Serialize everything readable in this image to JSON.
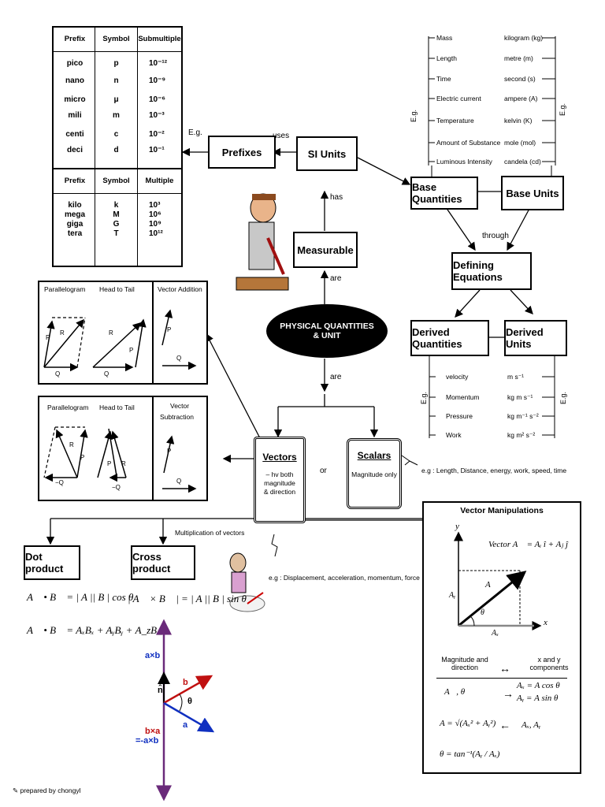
{
  "prefix_table": {
    "sub_headers": [
      "Prefix",
      "Symbol",
      "Submultiple"
    ],
    "sub_rows": [
      {
        "prefix": "pico",
        "symbol": "p",
        "value": "10⁻¹²"
      },
      {
        "prefix": "nano",
        "symbol": "n",
        "value": "10⁻⁹"
      },
      {
        "prefix": "micro",
        "symbol": "μ",
        "value": "10⁻⁶"
      },
      {
        "prefix": "mili",
        "symbol": "m",
        "value": "10⁻³"
      },
      {
        "prefix": "centi",
        "symbol": "c",
        "value": "10⁻²"
      },
      {
        "prefix": "deci",
        "symbol": "d",
        "value": "10⁻¹"
      }
    ],
    "mult_headers": [
      "Prefix",
      "Symbol",
      "Multiple"
    ],
    "mult_rows": [
      {
        "prefix": "kilo",
        "symbol": "k",
        "value": "10³"
      },
      {
        "prefix": "mega",
        "symbol": "M",
        "value": "10⁶"
      },
      {
        "prefix": "giga",
        "symbol": "G",
        "value": "10⁹"
      },
      {
        "prefix": "tera",
        "symbol": "T",
        "value": "10¹²"
      }
    ]
  },
  "nodes": {
    "prefixes": "Prefixes",
    "si_units": "SI Units",
    "base_quantities": "Base Quantities",
    "base_units": "Base Units",
    "defining_equations": "Defining Equations",
    "derived_quantities": "Derived Quantities",
    "derived_units": "Derived Units",
    "measurable": "Measurable",
    "physical_quantities": "PHYSICAL QUANTITIES",
    "physical_quantities_2": "& UNIT",
    "vectors": "Vectors",
    "vectors_desc": [
      "– hv both",
      "magnitude",
      "& direction"
    ],
    "scalars": "Scalars",
    "scalars_desc": "Magnitude only",
    "dot_product": "Dot product",
    "cross_product": "Cross product"
  },
  "edge_labels": {
    "eg_prefix": "E.g.",
    "uses": "uses",
    "has": "has",
    "are_1": "are",
    "are_2": "are",
    "through": "through",
    "or": "or",
    "multiplication": "Multiplication of vectors",
    "eg_vertical": "E.g.",
    "scalars_eg": "e.g : Length, Distance, energy, work, speed, time",
    "vectors_eg": "e.g : Displacement, acceleration, momentum, force"
  },
  "base_list": {
    "quantities": [
      "Mass",
      "Length",
      "Time",
      "Electric current",
      "Temperature",
      "Amount of Substance",
      "Luminous Intensity"
    ],
    "units": [
      "kilogram (kg)",
      "metre (m)",
      "second (s)",
      "ampere (A)",
      "kelvin (K)",
      "mole (mol)",
      "candela (cd)"
    ]
  },
  "derived_list": {
    "quantities": [
      "velocity",
      "Momentum",
      "Pressure",
      "Work"
    ],
    "units": [
      "m s⁻¹",
      "kg m s⁻¹",
      "kg m⁻¹ s⁻²",
      "kg m² s⁻²"
    ]
  },
  "addition_panel": {
    "labels": [
      "Parallelogram",
      "Head to Tail",
      "Vector Addition"
    ]
  },
  "subtraction_panel": {
    "labels": [
      "Parallelogram",
      "Head to Tail",
      "Vector",
      "Subtraction"
    ]
  },
  "vector_symbols": {
    "P": "P",
    "Q": "Q",
    "R": "R",
    "negQ": "−Q"
  },
  "formulas": {
    "dot1": "A⃗ • B⃗ = | A || B | cos θ",
    "dot2": "A⃗ • B⃗ = AₓBₓ + AᵧBᵧ + A_zB_z",
    "cross": "| A⃗ × B⃗ | = | A || B | sin θ"
  },
  "cross_fig": {
    "axb": "a×b",
    "n": "n̂",
    "b": "b",
    "theta": "θ",
    "a": "a",
    "bxa": "b×a",
    "neg": "=-a×b"
  },
  "vector_manip": {
    "title": "Vector Manipulations",
    "vector_formula": "Vector  A⃗ = Aᵢ î + Aⱼ ĵ",
    "y_axis": "y",
    "x_axis": "x",
    "A_vec": "A⃗",
    "Ay": "Aᵧ",
    "Ax": "Aₓ",
    "theta": "θ",
    "mag_dir": "Magnitude and direction",
    "xy_comp": "x and y components",
    "arrow_both": "↔",
    "A_theta": "A⃗, θ",
    "arrow_right": "→",
    "ax_eq": "Aₓ = A cos θ",
    "ay_eq": "Aᵧ = A sin θ",
    "A_mag": "A = √(Aₓ² + Aᵧ²)",
    "arrow_left": "←",
    "ax_ay": "Aₓ, Aᵧ",
    "theta_eq": "θ = tan⁻¹(Aᵧ / Aₓ)"
  },
  "footer": "prepared by chongyl"
}
